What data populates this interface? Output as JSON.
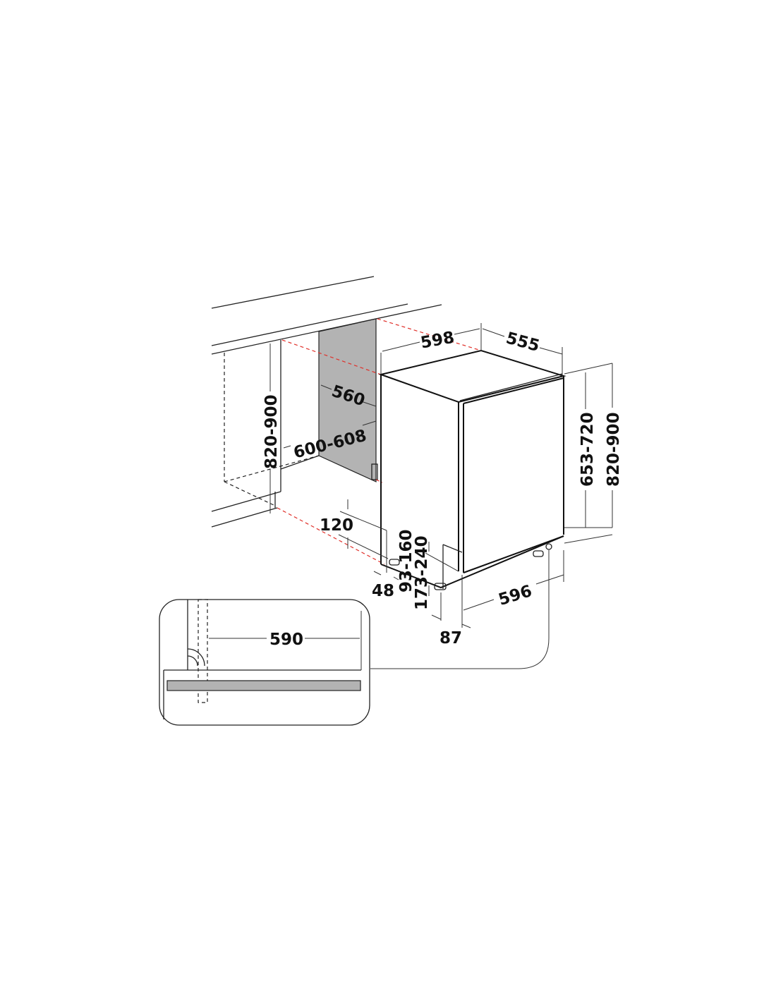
{
  "diagram": {
    "colors": {
      "line": "#222222",
      "guide": "#e0302a",
      "panel": "#b3b3b3"
    },
    "labels": {
      "unit_width": "598",
      "unit_depth": "555",
      "niche_depth": "560",
      "niche_width": "600-608",
      "niche_height": "820-900",
      "door_height": "653-720",
      "unit_height": "820-900",
      "plinth_height": "120",
      "plinth_depth": "48",
      "foot_range_front": "93-160",
      "foot_range_rear": "173-240",
      "door_width": "596",
      "door_offset": "87",
      "detail_width": "590"
    }
  }
}
